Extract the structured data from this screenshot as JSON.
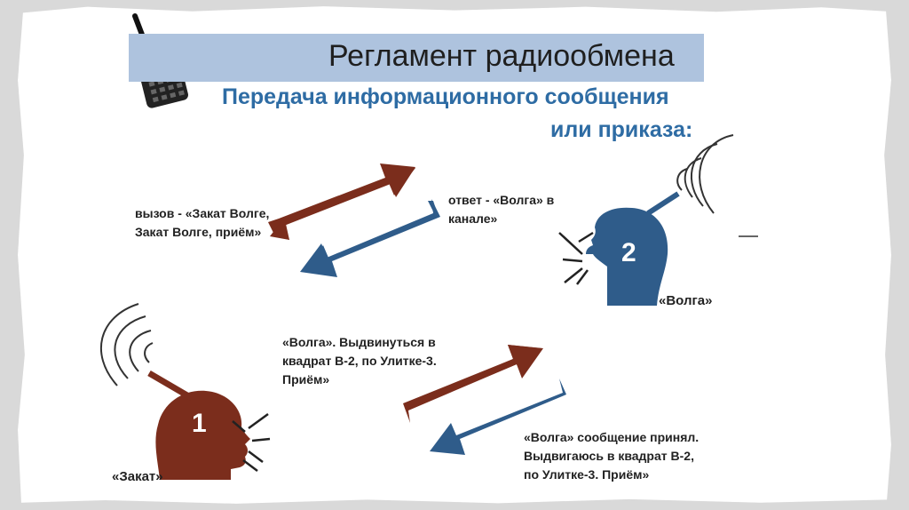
{
  "title": "Регламент радиообмена",
  "subtitle_lines": [
    "Передача информационного сообщения",
    "или приказа:"
  ],
  "call_lines": [
    "вызов - «Закат Волге,",
    "Закат Волге, приём»"
  ],
  "reply_lines": [
    "ответ - «Волга» в",
    "канале»"
  ],
  "order_lines": [
    "«Волга». Выдвинуться в",
    "квадрат В-2, по Улитке-3.",
    "Приём»"
  ],
  "confirm_lines": [
    "«Волга» сообщение принял.",
    "Выдвигаюсь в квадрат В-2,",
    "по Улитке-3. Приём»"
  ],
  "speaker1": {
    "number": "1",
    "name": "«Закат»",
    "color": "#7b2d1c"
  },
  "speaker2": {
    "number": "2",
    "name": "«Волга»",
    "color": "#2f5c8a"
  },
  "colors": {
    "arrow_outgoing": "#7b2d1c",
    "arrow_incoming": "#2f5c8a",
    "title_bar": "#aec3de",
    "subtitle": "#2e6ca4"
  },
  "icons": [
    "walkie-talkie-icon",
    "speaking-head-icon",
    "radio-waves-icon"
  ]
}
